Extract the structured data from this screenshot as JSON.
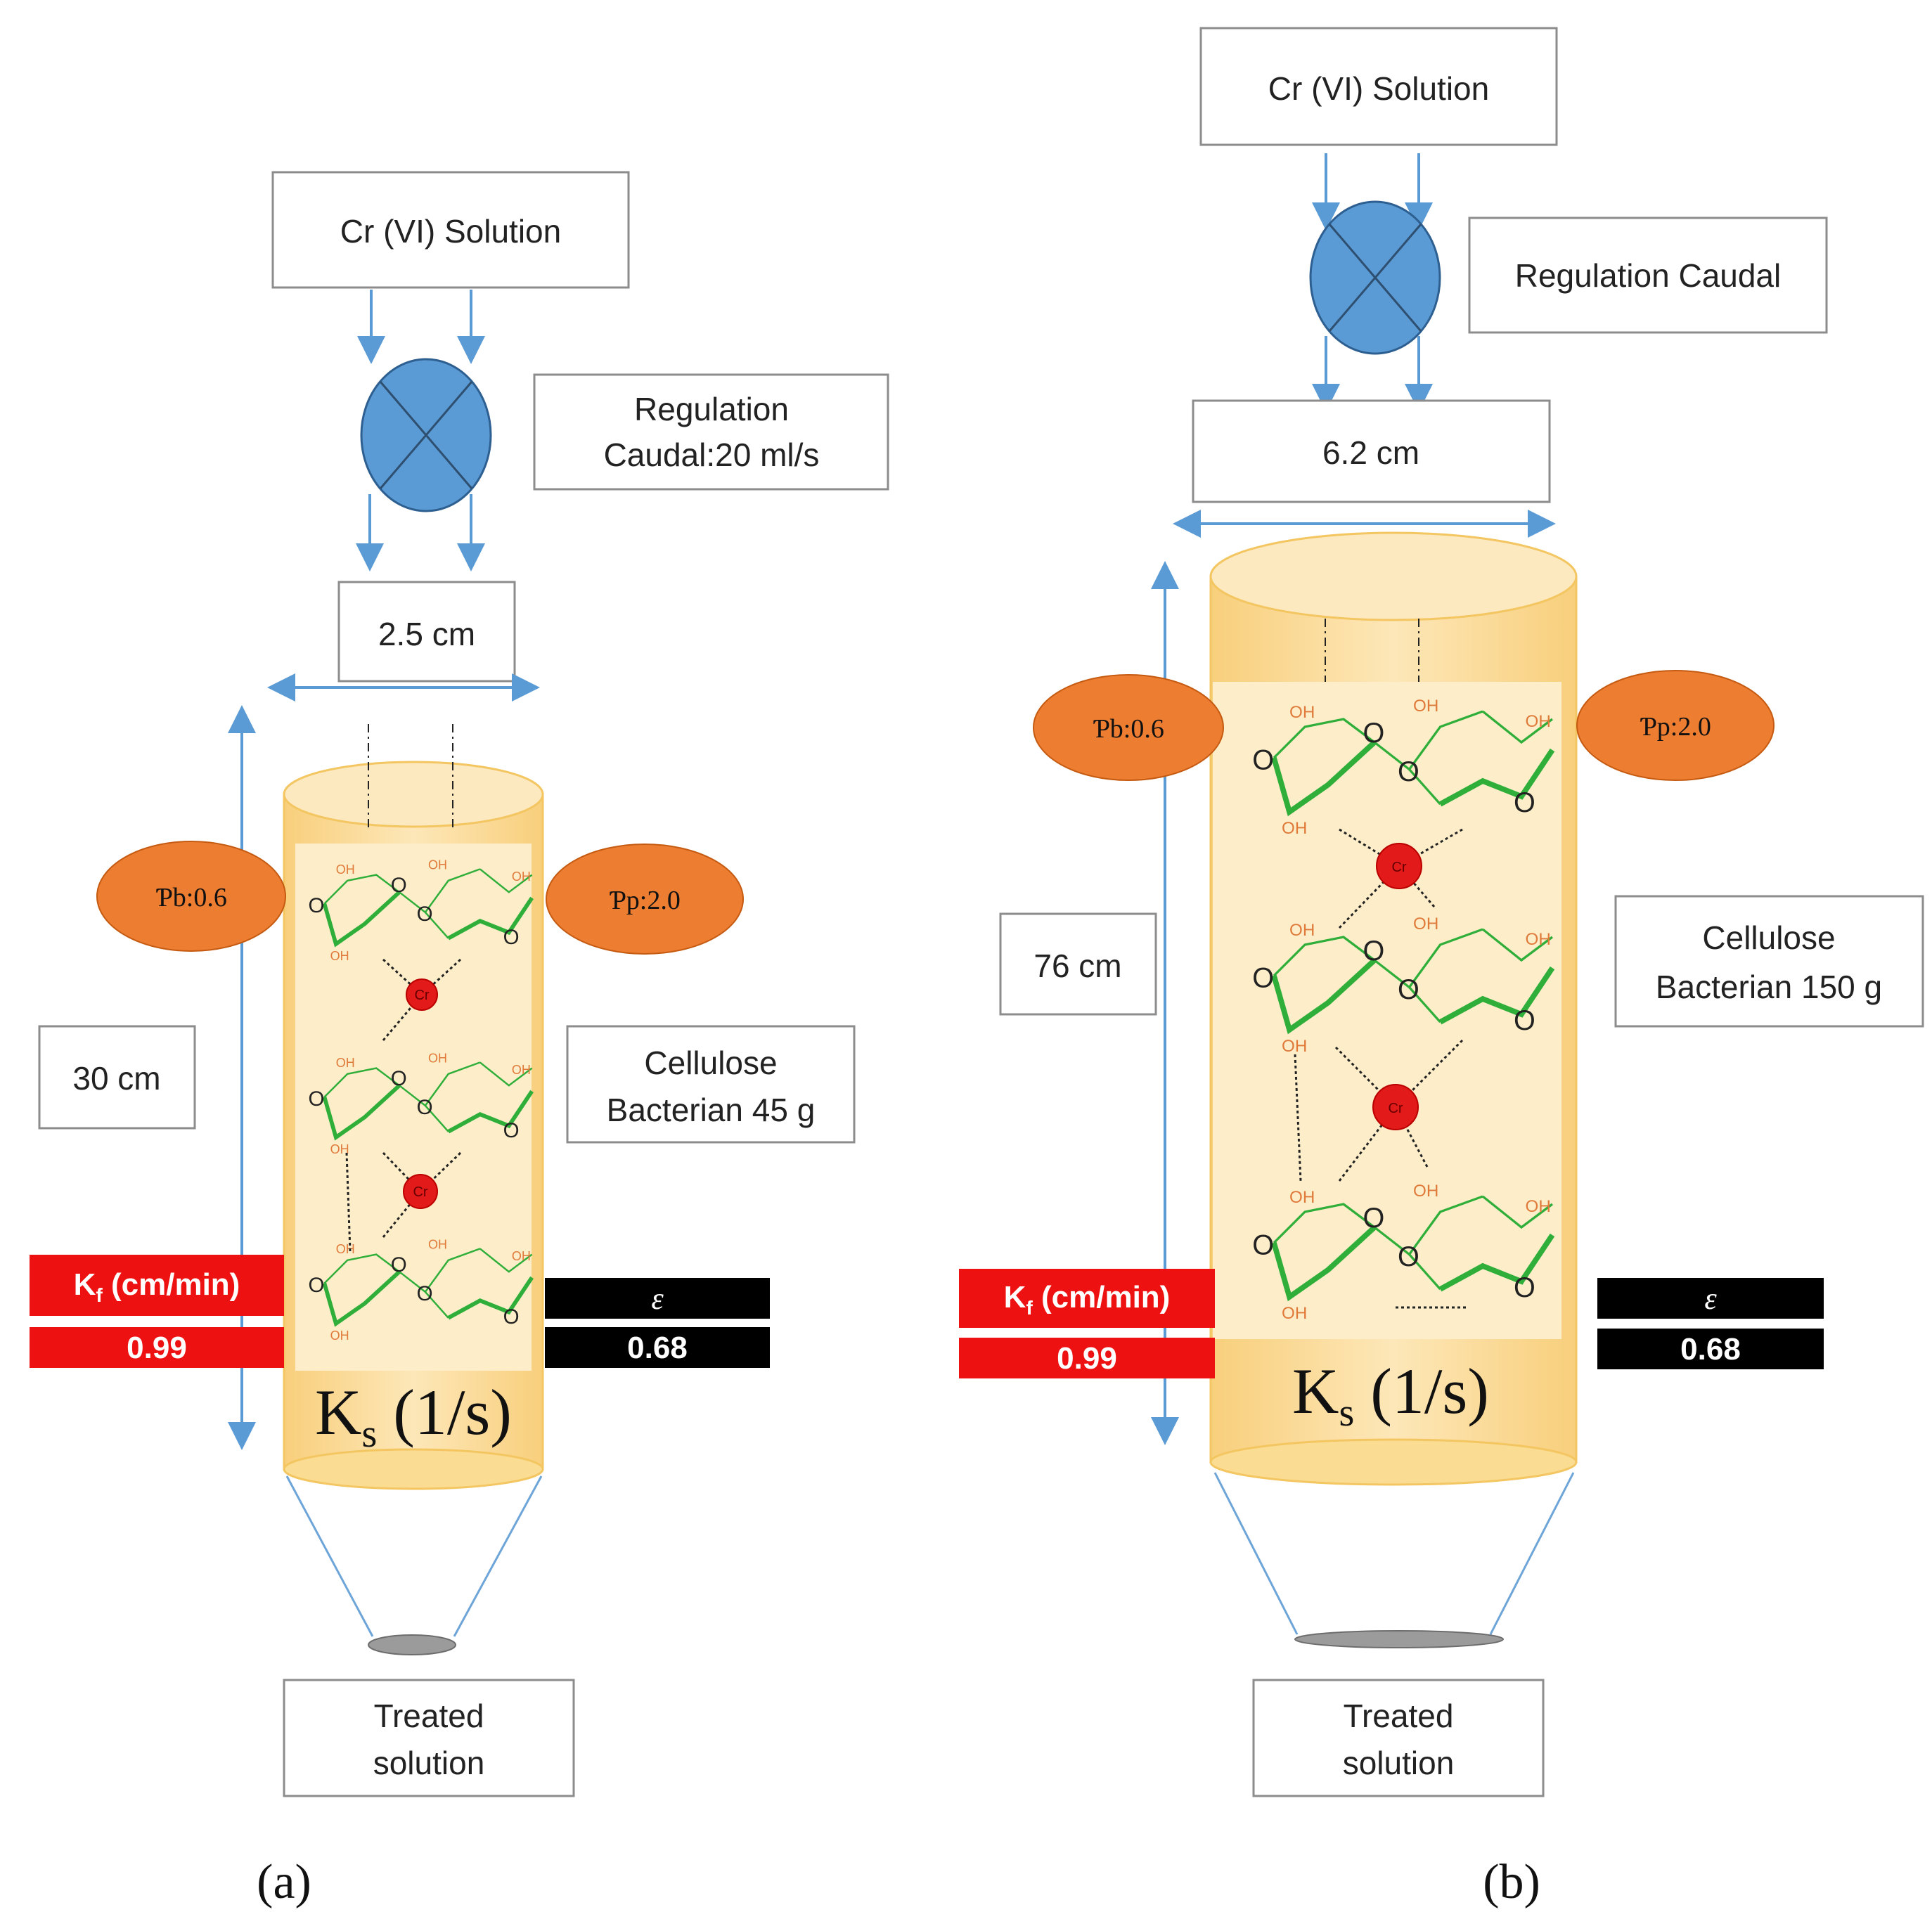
{
  "panels": [
    {
      "id": "a",
      "source_label": "Cr (VI) Solution",
      "regulation_label_line1": "Regulation",
      "regulation_label_line2": "Caudal:20 ml/s",
      "diameter_label": "2.5 cm",
      "height_label": "30 cm",
      "pb_label": "Ƥb:0.6",
      "pp_label": "Ƥp:2.0",
      "packing_line1": "Cellulose",
      "packing_line2": "Bacterian 45 g",
      "kf_label": "K",
      "kf_sub": "f",
      "kf_unit": " (cm/min)",
      "kf_value": "0.99",
      "eps_label": "ε",
      "eps_value": "0.68",
      "ks_main": "K",
      "ks_sub": "s",
      "ks_unit": " (1/s)",
      "outlet_line1": "Treated",
      "outlet_line2": "solution",
      "caption": "(a)"
    },
    {
      "id": "b",
      "source_label": "Cr (VI) Solution",
      "regulation_label": "Regulation Caudal",
      "diameter_label": "6.2 cm",
      "height_label": "76 cm",
      "pb_label": "Ƥb:0.6",
      "pp_label": "Ƥp:2.0",
      "packing_line1": "Cellulose",
      "packing_line2": "Bacterian 150 g",
      "kf_label": "K",
      "kf_sub": "f",
      "kf_unit": " (cm/min)",
      "kf_value": "0.99",
      "eps_label": "ε",
      "eps_value": "0.68",
      "ks_main": "K",
      "ks_sub": "s",
      "ks_unit": " (1/s)",
      "outlet_line1": "Treated",
      "outlet_line2": "solution",
      "caption": "(b)"
    }
  ],
  "molecule": {
    "oh": "OH",
    "o": "O",
    "cr": "Cr"
  },
  "colors": {
    "valve": "#5b9bd5",
    "column": "#fbe3b0",
    "column_edge": "#f3c662",
    "density_ellipse": "#ed7d31",
    "kf_bg": "#ee1111",
    "eps_bg": "#000000",
    "arrow": "#5b9bd5",
    "cellulose": "#2fae3a"
  }
}
